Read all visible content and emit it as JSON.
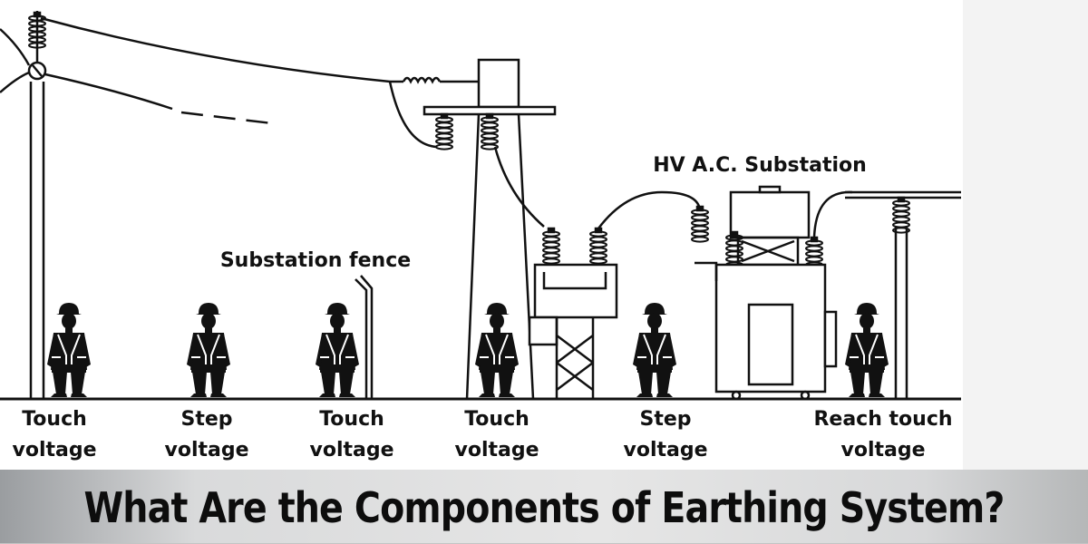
{
  "diagram": {
    "labels": {
      "hv_substation": "HV A.C. Substation",
      "substation_fence": "Substation fence"
    },
    "ground_labels": [
      {
        "line1": "Touch",
        "line2": "voltage"
      },
      {
        "line1": "Step",
        "line2": "voltage"
      },
      {
        "line1": "Touch",
        "line2": "voltage"
      },
      {
        "line1": "Touch",
        "line2": "voltage"
      },
      {
        "line1": "Step",
        "line2": "voltage"
      },
      {
        "line1": "Reach touch",
        "line2": "voltage"
      }
    ]
  },
  "title": "What Are the Components of Earthing System?"
}
